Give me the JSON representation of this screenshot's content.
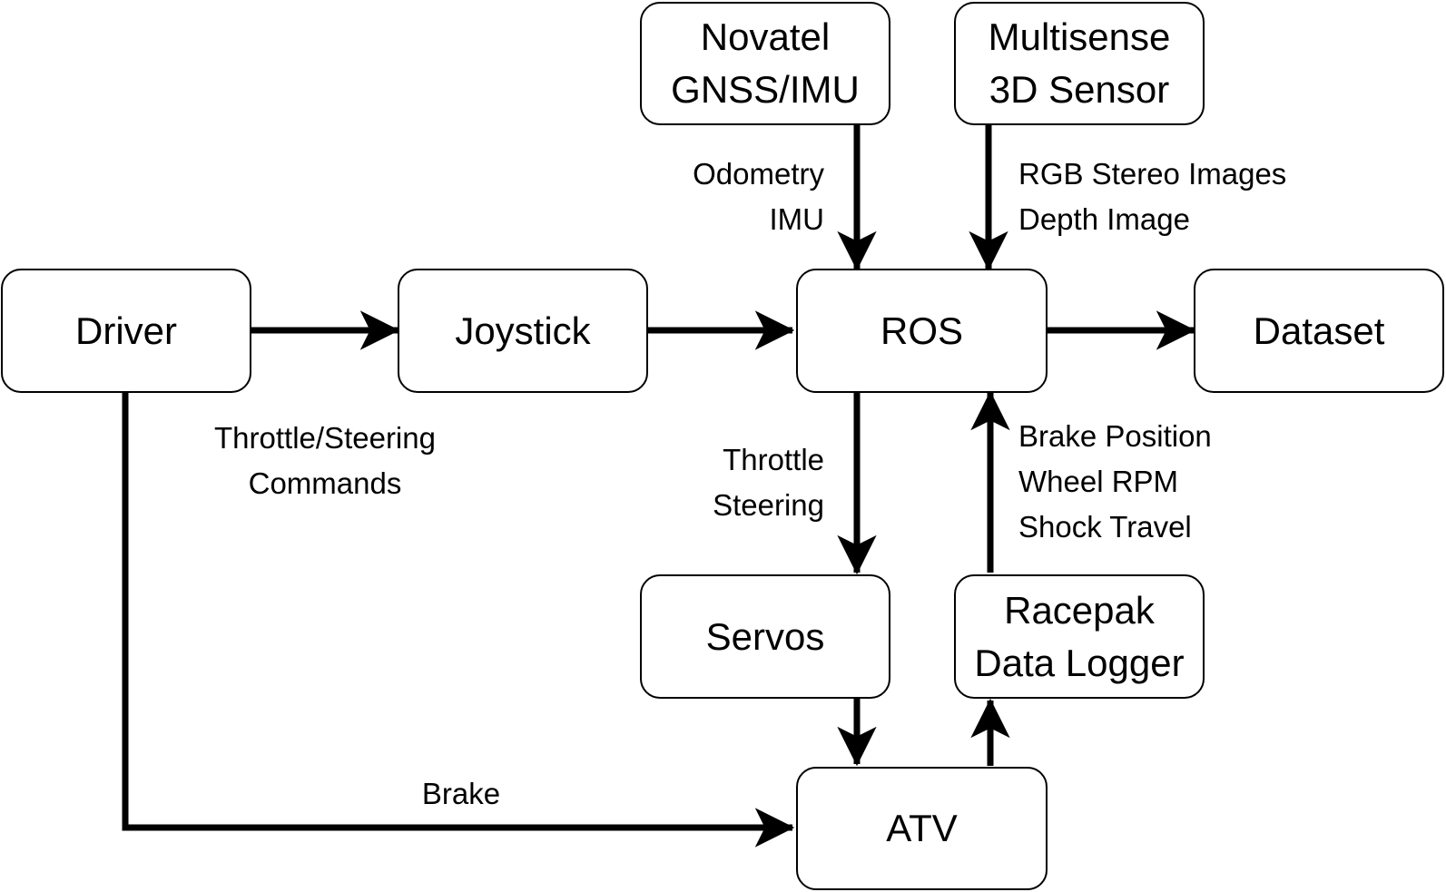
{
  "nodes": {
    "novatel": {
      "lines": [
        "Novatel",
        "GNSS/IMU"
      ]
    },
    "multisense": {
      "lines": [
        "Multisense",
        "3D Sensor"
      ]
    },
    "driver": {
      "lines": [
        "Driver"
      ]
    },
    "joystick": {
      "lines": [
        "Joystick"
      ]
    },
    "ros": {
      "lines": [
        "ROS"
      ]
    },
    "dataset": {
      "lines": [
        "Dataset"
      ]
    },
    "servos": {
      "lines": [
        "Servos"
      ]
    },
    "racepak": {
      "lines": [
        "Racepak",
        "Data Logger"
      ]
    },
    "atv": {
      "lines": [
        "ATV"
      ]
    }
  },
  "edges": {
    "novatel_to_ros": {
      "lines": [
        "Odometry",
        "IMU"
      ]
    },
    "multisense_to_ros": {
      "lines": [
        "RGB Stereo Images",
        "Depth Image"
      ]
    },
    "driver_to_joystick": {
      "lines": [
        "Throttle/Steering",
        "Commands"
      ]
    },
    "ros_to_servos": {
      "lines": [
        "Throttle",
        "Steering"
      ]
    },
    "racepak_to_ros": {
      "lines": [
        "Brake Position",
        "Wheel RPM",
        "Shock Travel"
      ]
    },
    "driver_to_atv": {
      "lines": [
        "Brake"
      ]
    }
  }
}
